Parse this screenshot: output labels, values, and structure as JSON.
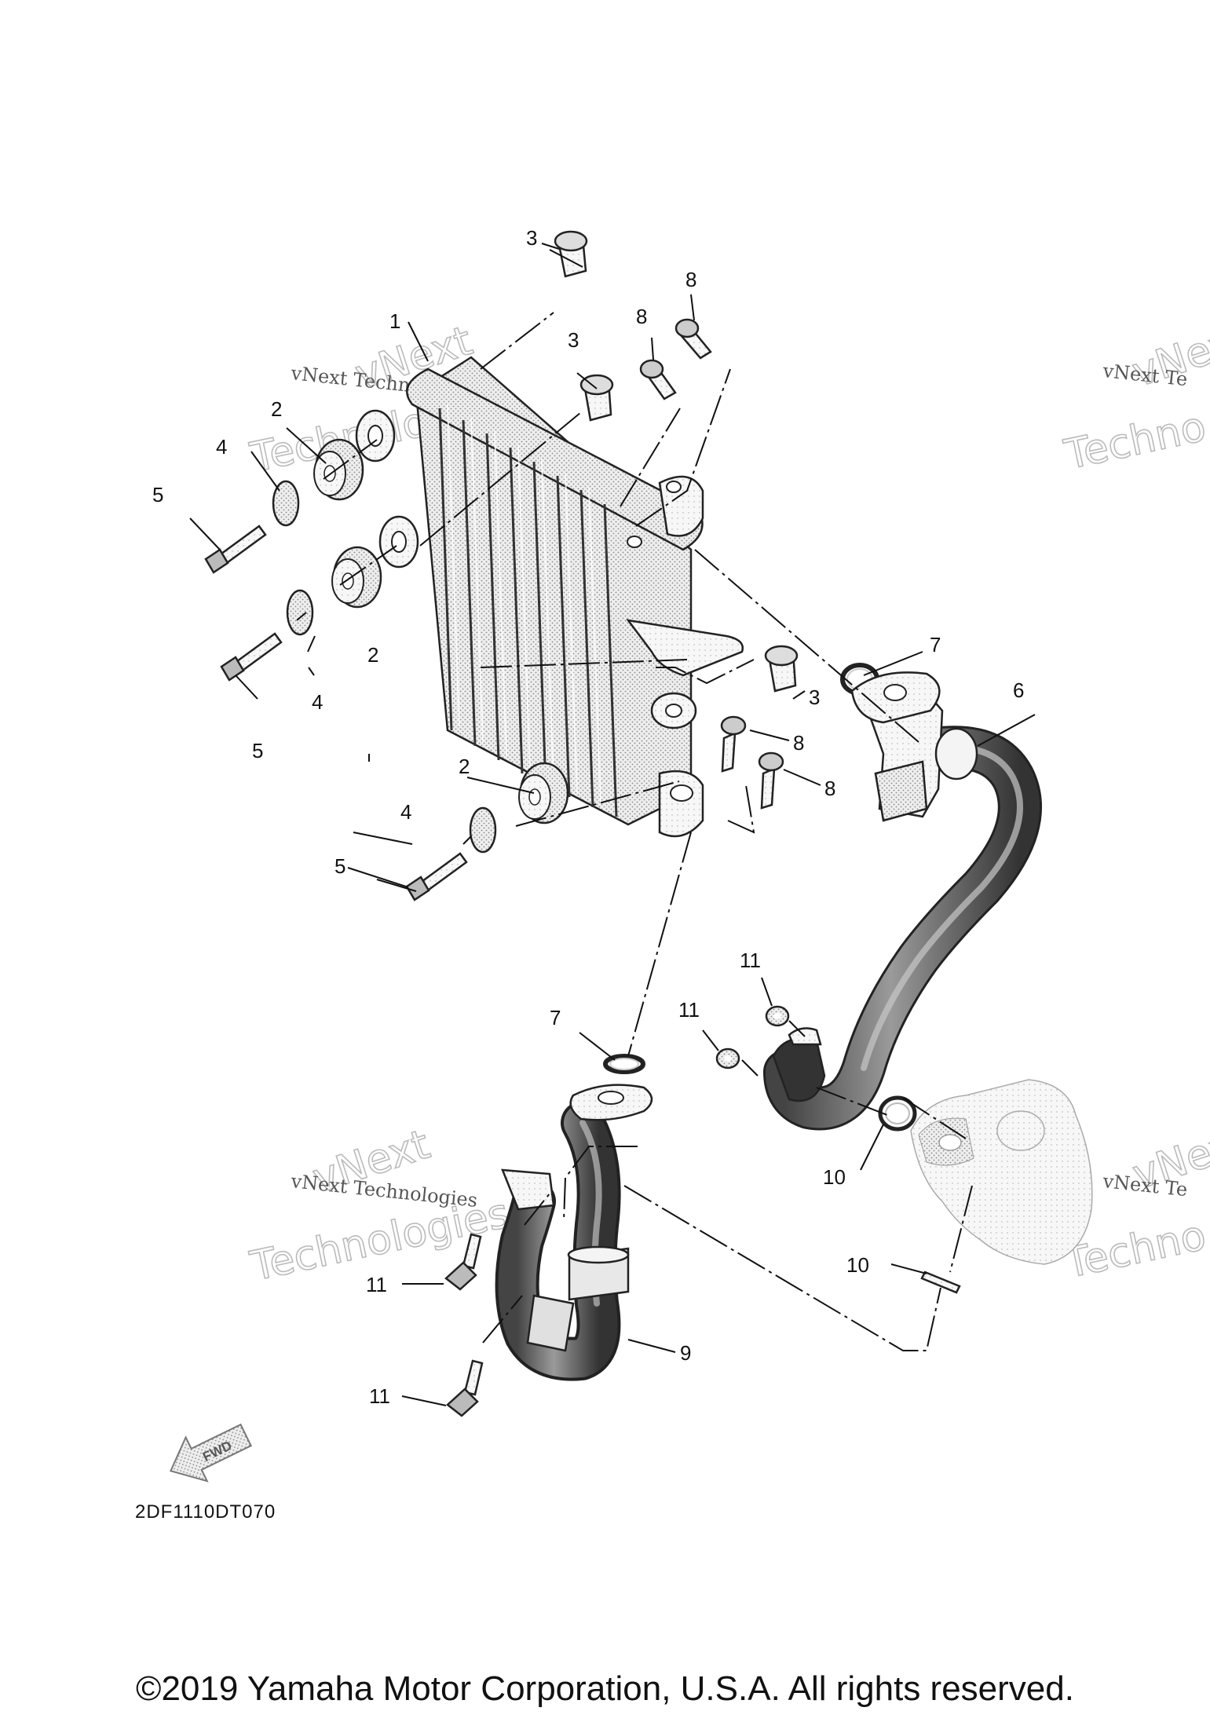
{
  "callouts": [
    "1",
    "2",
    "2",
    "2",
    "3",
    "3",
    "3",
    "4",
    "4",
    "4",
    "5",
    "5",
    "5",
    "6",
    "7",
    "7",
    "8",
    "8",
    "8",
    "8",
    "9",
    "10",
    "10",
    "11",
    "11",
    "11",
    "11"
  ],
  "watermark": {
    "brand": "vNext",
    "company": "vNext Technologies",
    "word": "Technologies",
    "partial_company": "vNext Te",
    "partial_word": "Techno"
  },
  "fwd_label": "FWD",
  "diagram_code": "2DF1110DT070",
  "copyright": "©2019 Yamaha Motor Corporation, U.S.A. All rights reserved."
}
